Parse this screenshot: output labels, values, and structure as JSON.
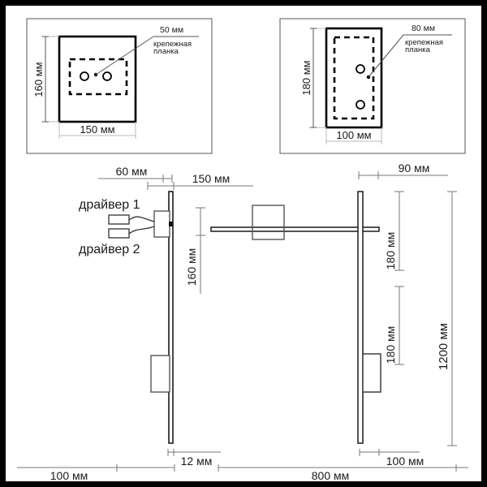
{
  "document": {
    "type": "technical-dimension-drawing",
    "subject": "wall lamp mounting and dimension drawing",
    "units": "мм",
    "colors": {
      "line": "#3a3a3a",
      "part": "#111111",
      "text": "#1a1a1a",
      "background": "#ffffff",
      "frame": "#000000"
    }
  },
  "panel_top_left": {
    "name": "mounting-plate-horizontal",
    "plate_width": "150 мм",
    "plate_height": "160 мм",
    "bracket_width": "50 мм",
    "bracket_label_line1": "крепежная",
    "bracket_label_line2": "планка",
    "holes": 2,
    "hole_orientation": "horizontal"
  },
  "panel_top_right": {
    "name": "mounting-plate-vertical",
    "plate_width": "100 мм",
    "plate_height": "180 мм",
    "bracket_width": "80 мм",
    "bracket_label_line1": "крепежная",
    "bracket_label_line2": "планка",
    "holes": 2,
    "hole_orientation": "vertical"
  },
  "side_view": {
    "depth_dim": "60 мм",
    "driver_1": "драйвер 1",
    "driver_2": "драйвер 2",
    "height_from_top": "160 мм",
    "base_offset": "12 мм"
  },
  "front_view": {
    "arm_dim": "150 мм",
    "offset_dim": "90 мм",
    "segment_1": "180 мм",
    "segment_2": "180 мм",
    "total_height": "1200 мм",
    "base_offset": "100 мм"
  },
  "bottom_dims": {
    "left": "100 мм",
    "center": "12 мм",
    "span": "800 мм",
    "right": "100 мм"
  }
}
